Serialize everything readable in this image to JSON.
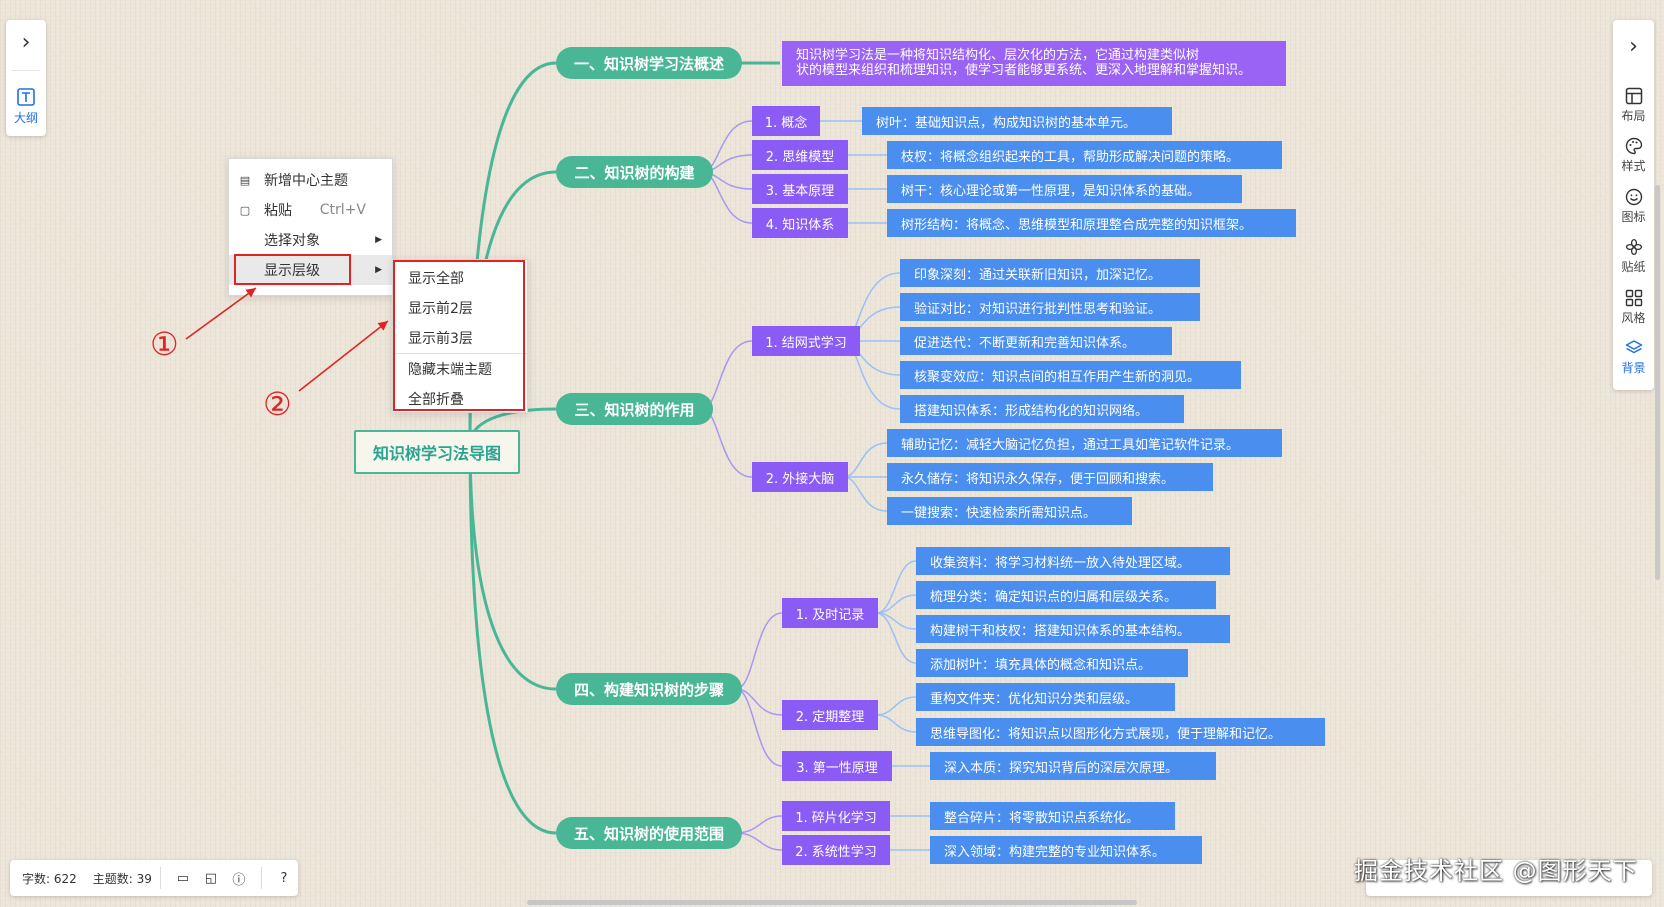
{
  "left_panel": {
    "expand_icon": "chevron-right-icon",
    "outline_label": "大纲"
  },
  "right_panel": {
    "expand_icon": "chevron-right-icon",
    "tools": [
      {
        "label": "布局",
        "icon": "layout-icon"
      },
      {
        "label": "样式",
        "icon": "palette-icon"
      },
      {
        "label": "图标",
        "icon": "smile-icon"
      },
      {
        "label": "贴纸",
        "icon": "flower-icon"
      },
      {
        "label": "风格",
        "icon": "grid-icon"
      },
      {
        "label": "背景",
        "icon": "layers-icon",
        "active": true
      }
    ]
  },
  "mindmap": {
    "root": "知识树学习法导图",
    "branches": [
      {
        "label": "一、知识树学习法概述",
        "description": [
          "知识树学习法是一种将知识结构化、层次化的方法，它通过构建类似树",
          "状的模型来组织和梳理知识，使学习者能够更系统、更深入地理解和掌握知识。"
        ]
      },
      {
        "label": "二、知识树的构建",
        "subs": [
          {
            "label": "1. 概念",
            "leaves": [
              "树叶：基础知识点，构成知识树的基本单元。"
            ]
          },
          {
            "label": "2. 思维模型",
            "leaves": [
              "枝杈：将概念组织起来的工具，帮助形成解决问题的策略。"
            ]
          },
          {
            "label": "3. 基本原理",
            "leaves": [
              "树干：核心理论或第一性原理，是知识体系的基础。"
            ]
          },
          {
            "label": "4. 知识体系",
            "leaves": [
              "树形结构：将概念、思维模型和原理整合成完整的知识框架。"
            ]
          }
        ]
      },
      {
        "label": "三、知识树的作用",
        "subs": [
          {
            "label": "1. 结网式学习",
            "leaves": [
              "印象深刻：通过关联新旧知识，加深记忆。",
              "验证对比：对知识进行批判性思考和验证。",
              "促进迭代：不断更新和完善知识体系。",
              "核聚变效应：知识点间的相互作用产生新的洞见。",
              "搭建知识体系：形成结构化的知识网络。"
            ]
          },
          {
            "label": "2. 外接大脑",
            "leaves": [
              "辅助记忆：减轻大脑记忆负担，通过工具如笔记软件记录。",
              "永久储存：将知识永久保存，便于回顾和搜索。",
              "一键搜索：快速检索所需知识点。"
            ]
          }
        ]
      },
      {
        "label": "四、构建知识树的步骤",
        "subs": [
          {
            "label": "1. 及时记录",
            "leaves": [
              "收集资料：将学习材料统一放入待处理区域。",
              "梳理分类：确定知识点的归属和层级关系。",
              "构建树干和枝杈：搭建知识体系的基本结构。",
              "添加树叶：填充具体的概念和知识点。"
            ]
          },
          {
            "label": "2. 定期整理",
            "leaves": [
              "重构文件夹：优化知识分类和层级。",
              "思维导图化：将知识点以图形化方式展现，便于理解和记忆。"
            ]
          },
          {
            "label": "3. 第一性原理",
            "leaves": [
              "深入本质：探究知识背后的深层次原理。"
            ]
          }
        ]
      },
      {
        "label": "五、知识树的使用范围",
        "subs": [
          {
            "label": "1. 碎片化学习",
            "leaves": [
              "整合碎片：将零散知识点系统化。"
            ]
          },
          {
            "label": "2. 系统性学习",
            "leaves": [
              "深入领域：构建完整的专业知识体系。"
            ]
          }
        ]
      }
    ]
  },
  "context_menu": {
    "items": [
      {
        "label": "新增中心主题",
        "icon": "new-topic-icon"
      },
      {
        "label": "粘贴",
        "icon": "paste-icon",
        "shortcut": "Ctrl+V"
      },
      {
        "label": "选择对象",
        "has_submenu": true
      },
      {
        "label": "显示层级",
        "has_submenu": true,
        "highlighted": true
      }
    ],
    "submenu": [
      "显示全部",
      "显示前2层",
      "显示前3层",
      "隐藏末端主题",
      "全部折叠"
    ]
  },
  "annotations": {
    "marker1": "①",
    "marker2": "②",
    "color": "#e02424"
  },
  "statusbar": {
    "word_count": "字数: 622",
    "topic_count": "主题数: 39"
  },
  "watermark": "掘金技术社区 @图形天下",
  "colors": {
    "branch": "#49b795",
    "sub": "#8a5cf5",
    "leaf": "#4a8ef0",
    "description": "#9a63f6",
    "root_border": "#49b795",
    "accent": "#1f6fe5"
  }
}
